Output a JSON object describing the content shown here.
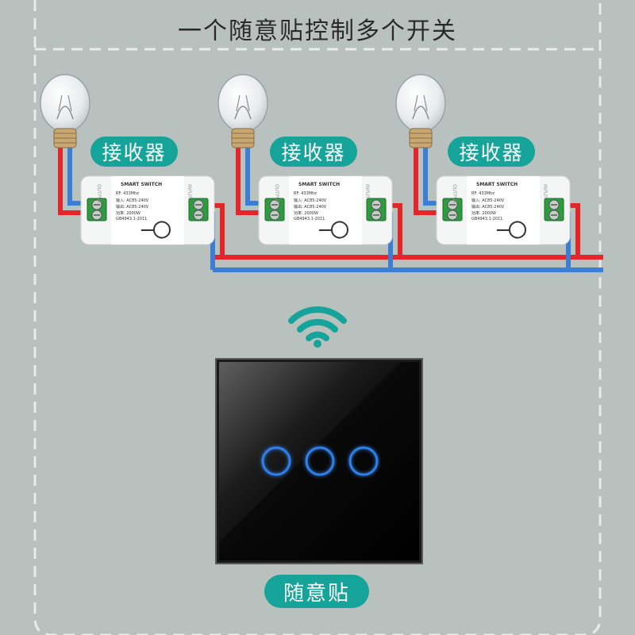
{
  "title": "一个随意贴控制多个开关",
  "receiver_label": "接收器",
  "panel_label": "随意贴",
  "module": {
    "brand": "SMART SWITCH",
    "line1": "RF: 433Mhz",
    "line2": "输入: AC85-240V",
    "line3": "输出: AC85-240V",
    "line4": "功率: 2000W",
    "line5": "GB4943.1-2011",
    "input_label": "INPUT",
    "output_label": "OUTPUT"
  },
  "colors": {
    "accent": "#16a39a",
    "live_wire": "#e8242b",
    "neutral_wire": "#3a7fd5",
    "panel": "#0d0d0d",
    "ring": "#2f7fe8"
  },
  "icons": [
    "light-bulb-icon",
    "wifi-signal-icon",
    "touch-ring-icon"
  ],
  "panel_buttons": 3
}
